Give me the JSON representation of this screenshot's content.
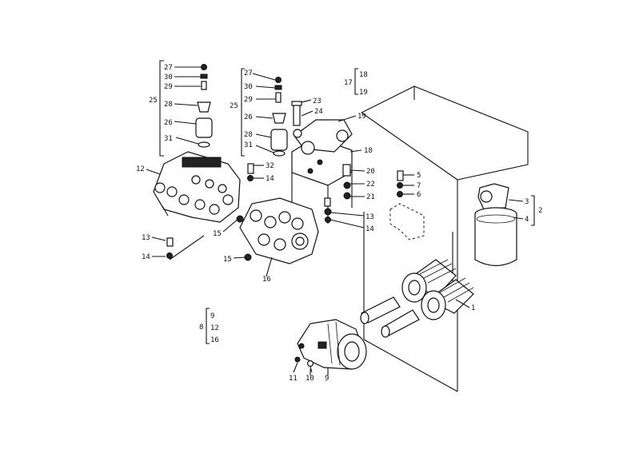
{
  "callouts": [
    {
      "id": "c27a",
      "text": "27"
    },
    {
      "id": "c30a",
      "text": "30"
    },
    {
      "id": "c29a",
      "text": "29"
    },
    {
      "id": "c25a",
      "text": "25"
    },
    {
      "id": "c28a",
      "text": "28"
    },
    {
      "id": "c26a",
      "text": "26"
    },
    {
      "id": "c31a",
      "text": "31"
    },
    {
      "id": "c12a",
      "text": "12"
    },
    {
      "id": "c27b",
      "text": "27"
    },
    {
      "id": "c30b",
      "text": "30"
    },
    {
      "id": "c29b",
      "text": "29"
    },
    {
      "id": "c25b",
      "text": "25"
    },
    {
      "id": "c26b",
      "text": "26"
    },
    {
      "id": "c28b",
      "text": "28"
    },
    {
      "id": "c31b",
      "text": "31"
    },
    {
      "id": "c23",
      "text": "23"
    },
    {
      "id": "c24",
      "text": "24"
    },
    {
      "id": "c19",
      "text": "19"
    },
    {
      "id": "c18",
      "text": "18"
    },
    {
      "id": "c20",
      "text": "20"
    },
    {
      "id": "c22",
      "text": "22"
    },
    {
      "id": "c21",
      "text": "21"
    },
    {
      "id": "c32",
      "text": "32"
    },
    {
      "id": "c14a",
      "text": "14"
    },
    {
      "id": "c13a",
      "text": "13"
    },
    {
      "id": "c14b",
      "text": "14"
    },
    {
      "id": "c15a",
      "text": "15"
    },
    {
      "id": "c13b",
      "text": "13"
    },
    {
      "id": "c14c",
      "text": "14"
    },
    {
      "id": "c15b",
      "text": "15"
    },
    {
      "id": "c16",
      "text": "16"
    },
    {
      "id": "c5",
      "text": "5"
    },
    {
      "id": "c7",
      "text": "7"
    },
    {
      "id": "c6",
      "text": "6"
    },
    {
      "id": "c3",
      "text": "3"
    },
    {
      "id": "c4",
      "text": "4"
    },
    {
      "id": "c2",
      "text": "2"
    },
    {
      "id": "c1",
      "text": "1"
    },
    {
      "id": "c17",
      "text": "17"
    },
    {
      "id": "c18g",
      "text": "18"
    },
    {
      "id": "c19g",
      "text": "19"
    },
    {
      "id": "c8",
      "text": "8"
    },
    {
      "id": "c9g",
      "text": "9"
    },
    {
      "id": "c12g",
      "text": "12"
    },
    {
      "id": "c16g",
      "text": "16"
    },
    {
      "id": "c11",
      "text": "11"
    },
    {
      "id": "c10",
      "text": "10"
    },
    {
      "id": "c9",
      "text": "9"
    }
  ]
}
